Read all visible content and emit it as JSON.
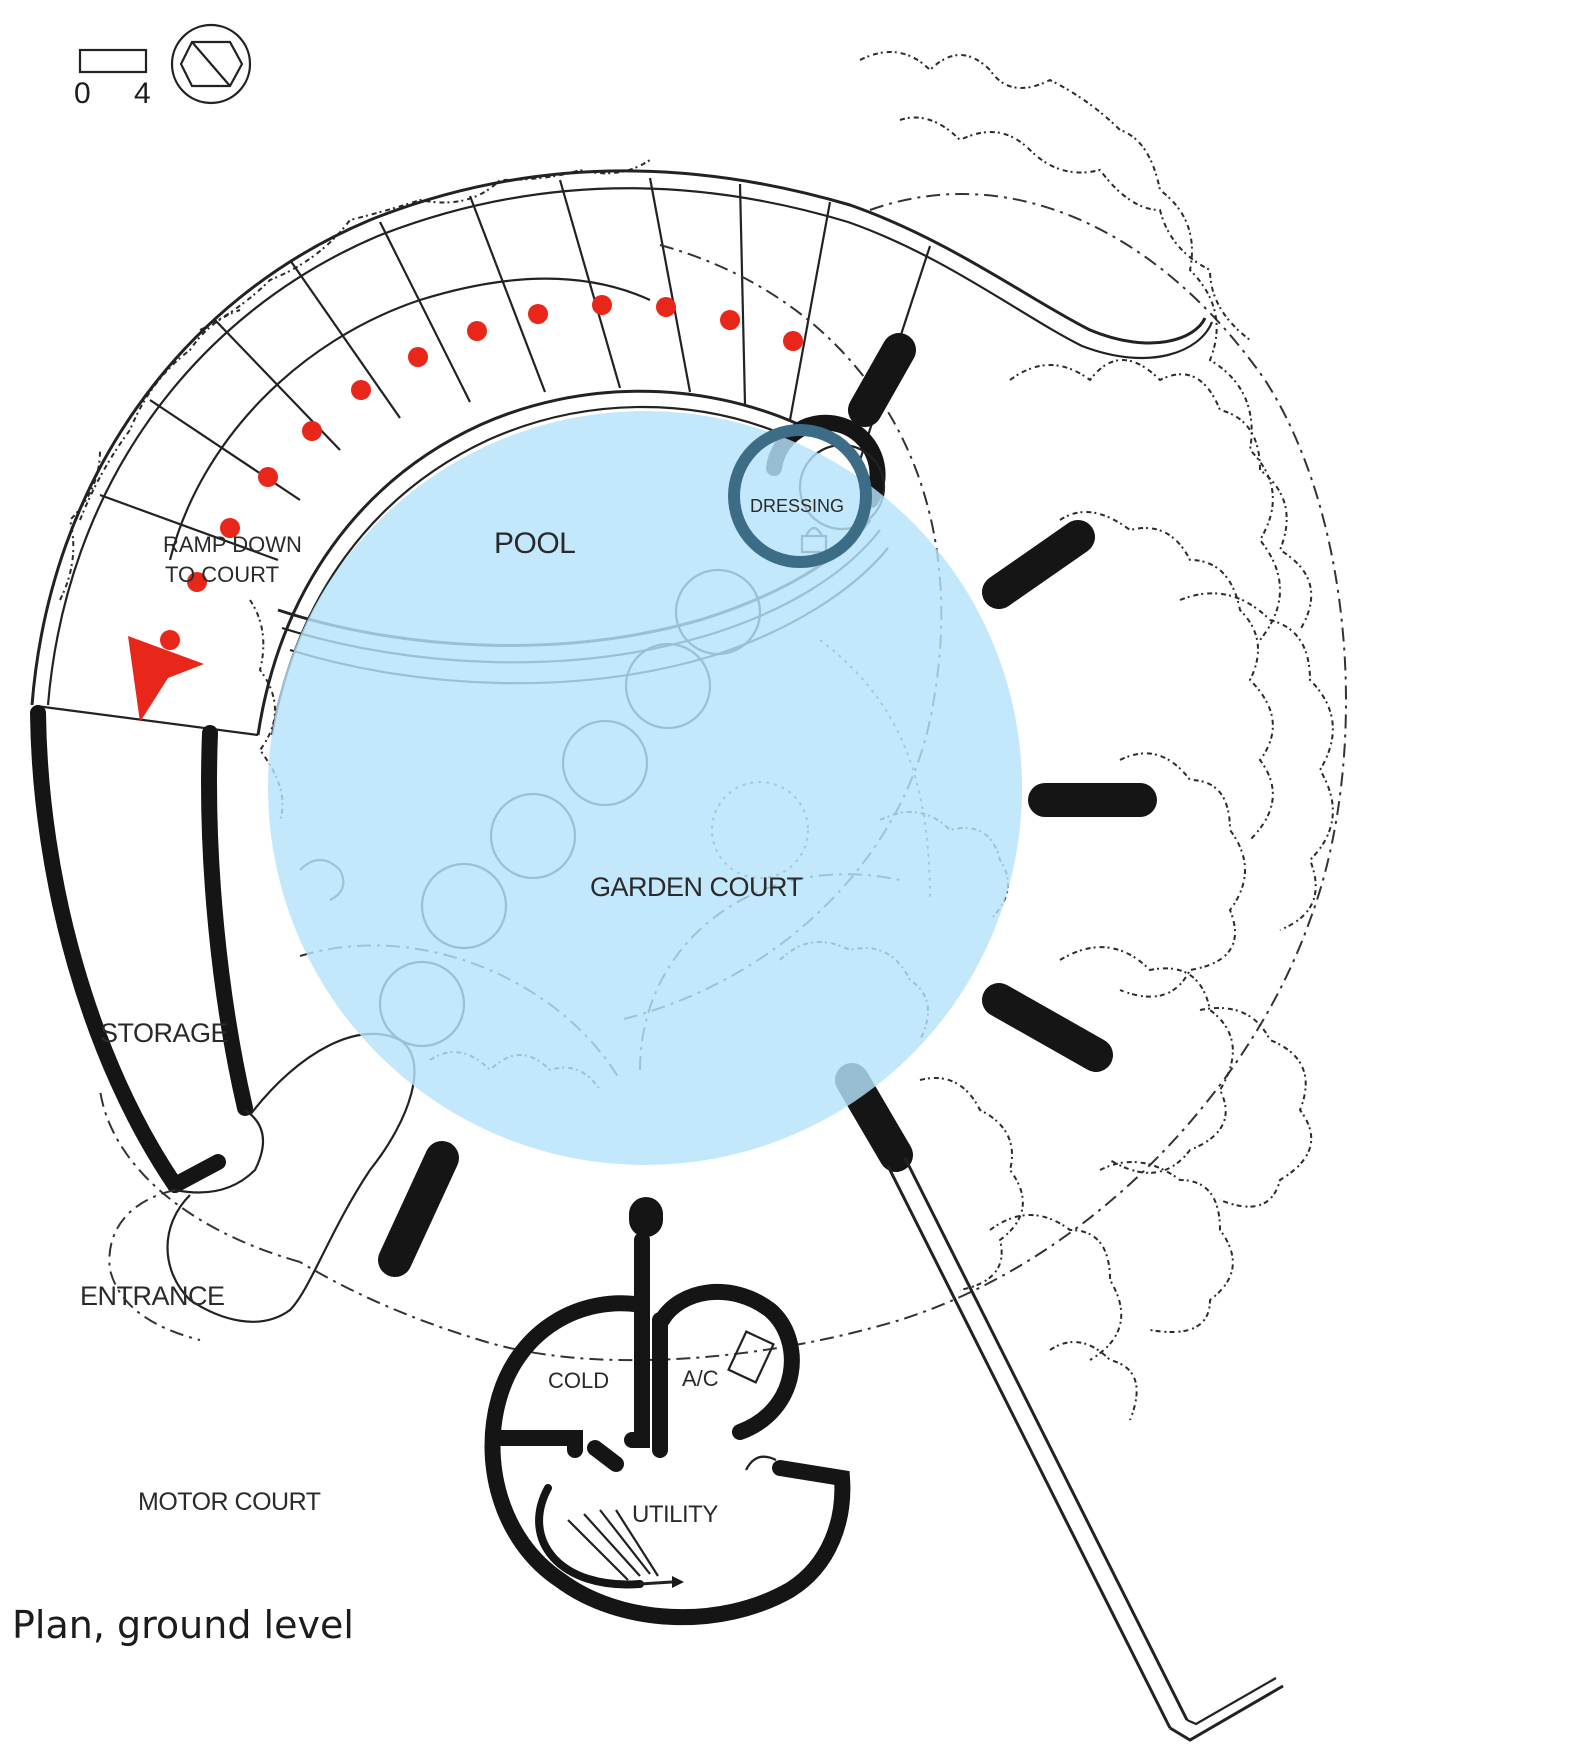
{
  "scale": {
    "start": "0",
    "end": "4"
  },
  "labels": {
    "ramp_line1": "RAMP DOWN",
    "ramp_line2": "TO COURT",
    "pool": "POOL",
    "dressing": "DRESSING",
    "garden_court": "GARDEN COURT",
    "storage": "STORAGE",
    "entrance": "ENTRANCE",
    "cold": "COLD",
    "ac": "A/C",
    "utility": "UTILITY",
    "motor_court": "MOTOR COURT"
  },
  "caption": "Plan, ground level",
  "overlays": {
    "path_dot_color": "#e8261a",
    "arrow_color": "#e8261a",
    "highlight_fill": "#b6e2fa",
    "highlight_ring": "#3d6d86"
  }
}
